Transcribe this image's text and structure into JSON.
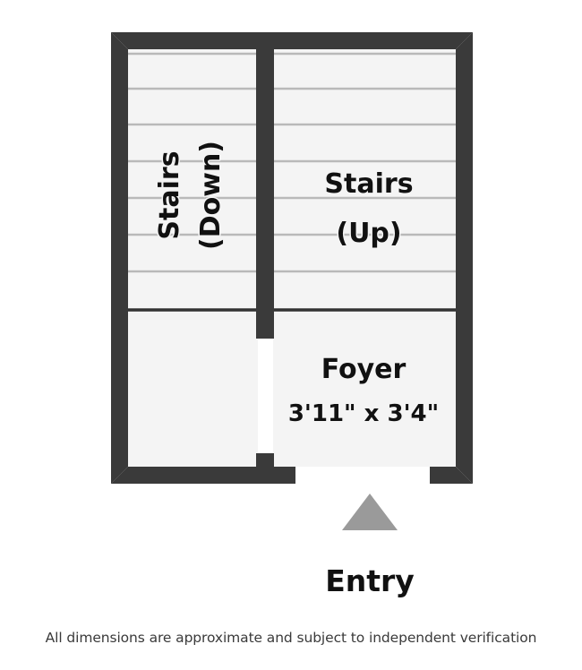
{
  "plan": {
    "title_visible": false,
    "colors": {
      "wall": "#3a3a3a",
      "wall_edge": "#6e6e6e",
      "floor": "#f4f4f4",
      "door_opening": "#ffffff",
      "stair_tread_line": "#b9b9b9",
      "divider_line": "#333333",
      "entry_arrow": "#9a9a9a",
      "label_text": "#111111",
      "footer_text": "#3a3a3a",
      "page_background": "#ffffff"
    },
    "rooms": [
      {
        "id": "stairs-down",
        "label": "Stairs",
        "label_line2": "(Down)",
        "dimensions": "",
        "rotated": true,
        "tread_count": 7
      },
      {
        "id": "stairs-up",
        "label": "Stairs",
        "label_line2": "(Up)",
        "dimensions": "",
        "rotated": false,
        "tread_count": 7
      },
      {
        "id": "foyer",
        "label": "Foyer",
        "label_line2": "",
        "dimensions": "3'11\" x 3'4\"",
        "rotated": false,
        "tread_count": 0
      },
      {
        "id": "lower-left-closet",
        "label": "",
        "label_line2": "",
        "dimensions": "",
        "rotated": false,
        "tread_count": 0
      }
    ],
    "entry": {
      "label": "Entry",
      "arrow_icon": "triangle-up-icon"
    },
    "stair_treads_y": [
      70,
      108,
      146,
      184,
      222,
      260,
      298,
      336
    ],
    "footer": {
      "note": "All dimensions are approximate and subject to independent verification"
    }
  }
}
